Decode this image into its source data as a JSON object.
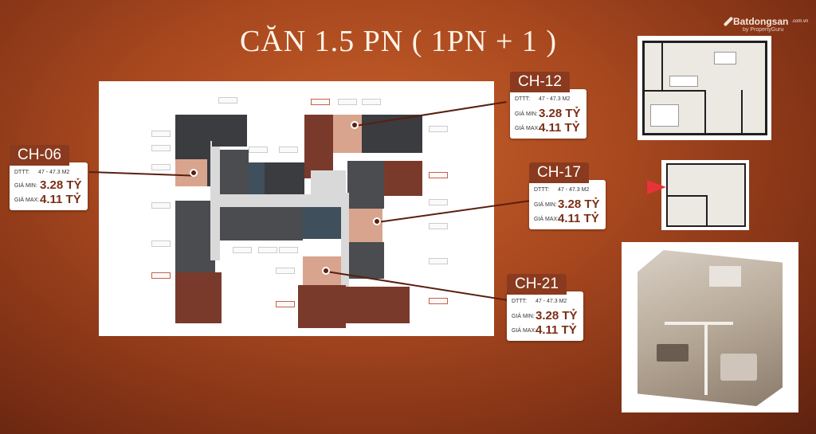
{
  "title": "CĂN 1.5 PN ( 1PN + 1 )",
  "brand": {
    "logo": "Batdongsan",
    "tld": ".com.vn",
    "sub": "by PropertyGuru"
  },
  "cards": [
    {
      "code": "CH-06",
      "area_label": "DTTT:",
      "area_value": "47 - 47.3 M2",
      "min_label": "GIÁ MIN:",
      "min_value": "3.28 TỶ",
      "max_label": "GIÁ MAX:",
      "max_value": "4.11 TỶ"
    },
    {
      "code": "CH-12",
      "area_label": "DTTT:",
      "area_value": "47 - 47.3 M2",
      "min_label": "GIÁ MIN:",
      "min_value": "3.28 TỶ",
      "max_label": "GIÁ MAX:",
      "max_value": "4.11 TỶ"
    },
    {
      "code": "CH-17",
      "area_label": "DTTT:",
      "area_value": "47 - 47.3 M2",
      "min_label": "GIÁ MIN:",
      "min_value": "3.28 TỶ",
      "max_label": "GIÁ MAX:",
      "max_value": "4.11 TỶ"
    },
    {
      "code": "CH-21",
      "area_label": "DTTT:",
      "area_value": "47 - 47.3 M2",
      "min_label": "GIÁ MIN:",
      "min_value": "3.28 TỶ",
      "max_label": "GIÁ MAX:",
      "max_value": "4.11 TỶ"
    }
  ],
  "colors": {
    "accent": "#8a3a1e",
    "background": "#a8481f",
    "price": "#7a2e14"
  }
}
